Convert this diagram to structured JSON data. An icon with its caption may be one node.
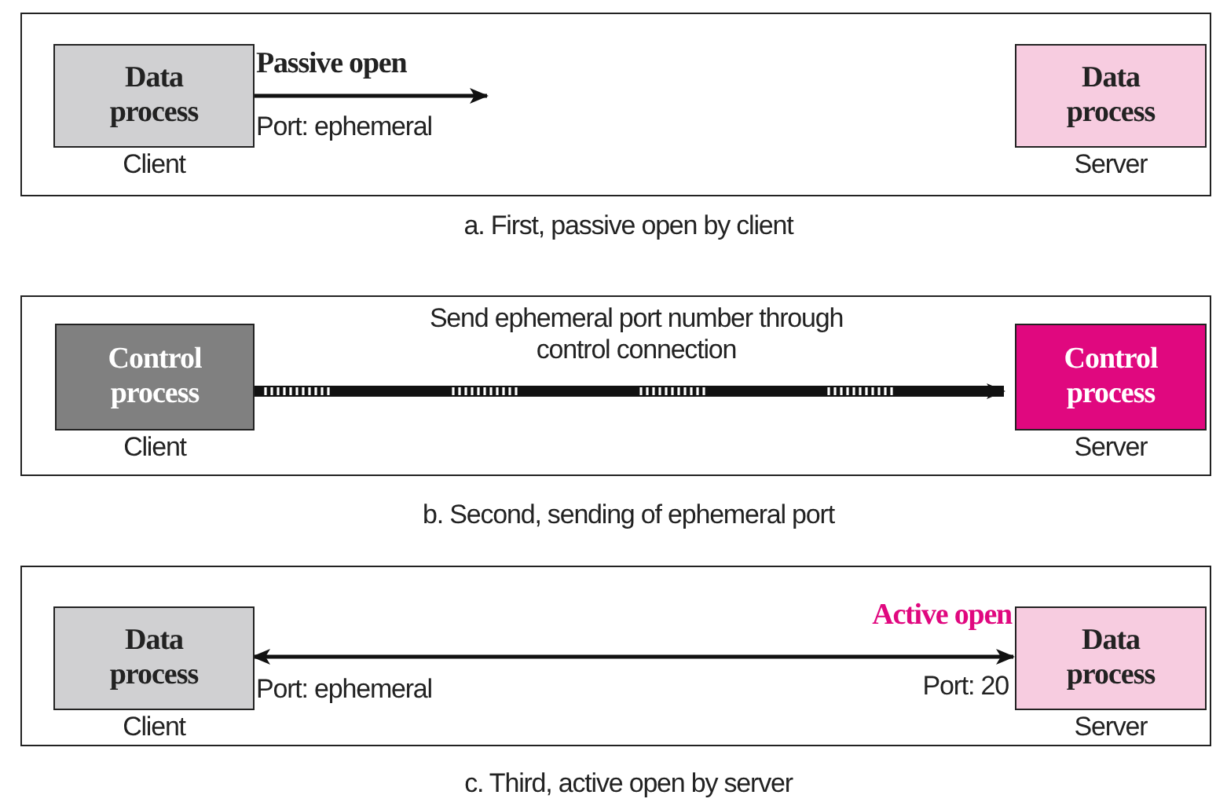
{
  "diagram": {
    "nodes": [
      {
        "text": [],
        "shape": "box"
      },
      {
        "text": [
          "Data process"
        ],
        "in": 0,
        "beside": [
          "Client"
        ]
      },
      {
        "text": [
          "Data process"
        ],
        "in": 0,
        "beside": [
          "Server"
        ]
      },
      {
        "text": [],
        "shape": "box"
      },
      {
        "text": [
          "Control process"
        ],
        "in": 3,
        "beside": [
          "Client"
        ]
      },
      {
        "text": [
          "Control process"
        ],
        "in": 3,
        "beside": [
          "Server"
        ]
      },
      {
        "text": [],
        "shape": "box"
      },
      {
        "text": [
          "Data process"
        ],
        "in": 6,
        "beside": [
          "Client"
        ]
      },
      {
        "text": [
          "Data process"
        ],
        "in": 6,
        "beside": [
          "Server"
        ]
      }
    ],
    "edges": [
      {
        "from": 1,
        "to": null,
        "arrow": "to",
        "label": "Passive open"
      },
      {
        "from": 4,
        "to": 5,
        "arrow": "to",
        "label": "Send ephemeral port number through control connection",
        "style": "thick"
      },
      {
        "from": 7,
        "to": 8,
        "arrow": "both",
        "label": "Active open"
      }
    ],
    "labels": [
      "Port: ephemeral",
      "a. First, passive open by client",
      "b. Second, sending of ephemeral port",
      "Port: ephemeral",
      "Port: 20",
      "c. Third, active open by server"
    ]
  }
}
